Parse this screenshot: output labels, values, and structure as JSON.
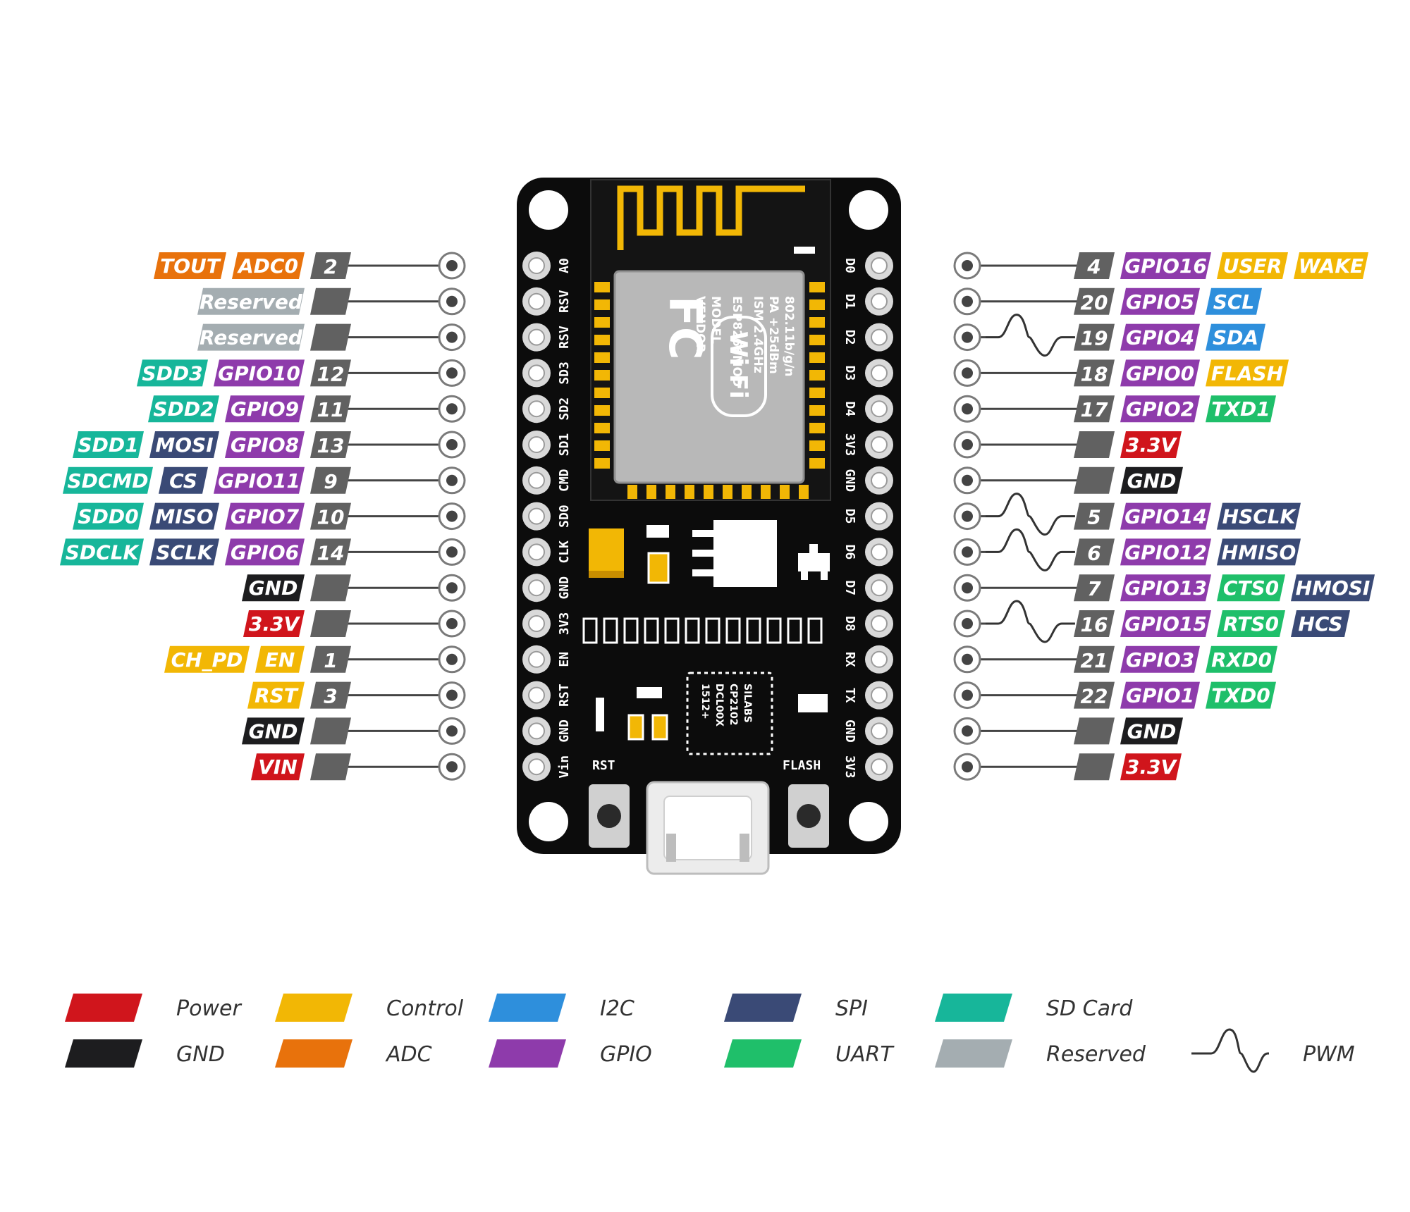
{
  "colors": {
    "power": "#d0151c",
    "gnd": "#1d1d1f",
    "control": "#f2b705",
    "adc": "#e8720c",
    "i2c": "#2e8fdc",
    "gpio": "#8e3bab",
    "spi": "#3a4a76",
    "uart": "#1fbf6a",
    "sdcard": "#17b69a",
    "reserved": "#a4adb1",
    "number": "#616161",
    "board": "#0c0c0c"
  },
  "board": {
    "left_silk": [
      "A0",
      "RSV",
      "RSV",
      "SD3",
      "SD2",
      "SD1",
      "CMD",
      "SD0",
      "CLK",
      "GND",
      "3V3",
      "EN",
      "RST",
      "GND",
      "Vin"
    ],
    "right_silk": [
      "D0",
      "D1",
      "D2",
      "D3",
      "D4",
      "3V3",
      "GND",
      "D5",
      "D6",
      "D7",
      "D8",
      "RX",
      "TX",
      "GND",
      "3V3"
    ],
    "module_text": [
      "MODEL",
      "VENDOR",
      "ESP8266MOD",
      "ISM 2.4GHz",
      "PA +25dBm",
      "802.11b/g/n"
    ],
    "fcc_text": "FC",
    "wifi_text": "Wi Fi",
    "usb_chip_text": [
      "SILABS",
      "CP2102",
      "DCL00X",
      "1512+"
    ],
    "rst_label": "RST",
    "flash_label": "FLASH"
  },
  "left_pins": [
    {
      "num": "2",
      "tags": [
        {
          "t": "TOUT",
          "c": "adc"
        },
        {
          "t": "ADC0",
          "c": "adc"
        }
      ],
      "pwm": false
    },
    {
      "num": "",
      "tags": [
        {
          "t": "Reserved",
          "c": "reserved"
        }
      ],
      "pwm": false
    },
    {
      "num": "",
      "tags": [
        {
          "t": "Reserved",
          "c": "reserved"
        }
      ],
      "pwm": false
    },
    {
      "num": "12",
      "tags": [
        {
          "t": "SDD3",
          "c": "sdcard"
        },
        {
          "t": "GPIO10",
          "c": "gpio"
        }
      ],
      "pwm": false
    },
    {
      "num": "11",
      "tags": [
        {
          "t": "SDD2",
          "c": "sdcard"
        },
        {
          "t": "GPIO9",
          "c": "gpio"
        }
      ],
      "pwm": false
    },
    {
      "num": "13",
      "tags": [
        {
          "t": "SDD1",
          "c": "sdcard"
        },
        {
          "t": "MOSI",
          "c": "spi"
        },
        {
          "t": "GPIO8",
          "c": "gpio"
        }
      ],
      "pwm": false
    },
    {
      "num": "9",
      "tags": [
        {
          "t": "SDCMD",
          "c": "sdcard"
        },
        {
          "t": "CS",
          "c": "spi"
        },
        {
          "t": "GPIO11",
          "c": "gpio"
        }
      ],
      "pwm": false
    },
    {
      "num": "10",
      "tags": [
        {
          "t": "SDD0",
          "c": "sdcard"
        },
        {
          "t": "MISO",
          "c": "spi"
        },
        {
          "t": "GPIO7",
          "c": "gpio"
        }
      ],
      "pwm": false
    },
    {
      "num": "14",
      "tags": [
        {
          "t": "SDCLK",
          "c": "sdcard"
        },
        {
          "t": "SCLK",
          "c": "spi"
        },
        {
          "t": "GPIO6",
          "c": "gpio"
        }
      ],
      "pwm": false
    },
    {
      "num": "",
      "tags": [
        {
          "t": "GND",
          "c": "gnd"
        }
      ],
      "pwm": false
    },
    {
      "num": "",
      "tags": [
        {
          "t": "3.3V",
          "c": "power"
        }
      ],
      "pwm": false
    },
    {
      "num": "1",
      "tags": [
        {
          "t": "CH_PD",
          "c": "control"
        },
        {
          "t": "EN",
          "c": "control"
        }
      ],
      "pwm": false
    },
    {
      "num": "3",
      "tags": [
        {
          "t": "RST",
          "c": "control"
        }
      ],
      "pwm": false
    },
    {
      "num": "",
      "tags": [
        {
          "t": "GND",
          "c": "gnd"
        }
      ],
      "pwm": false
    },
    {
      "num": "",
      "tags": [
        {
          "t": "VIN",
          "c": "power"
        }
      ],
      "pwm": false
    }
  ],
  "right_pins": [
    {
      "num": "4",
      "tags": [
        {
          "t": "GPIO16",
          "c": "gpio"
        },
        {
          "t": "USER",
          "c": "control"
        },
        {
          "t": "WAKE",
          "c": "control"
        }
      ],
      "pwm": false
    },
    {
      "num": "20",
      "tags": [
        {
          "t": "GPIO5",
          "c": "gpio"
        },
        {
          "t": "SCL",
          "c": "i2c"
        }
      ],
      "pwm": false
    },
    {
      "num": "19",
      "tags": [
        {
          "t": "GPIO4",
          "c": "gpio"
        },
        {
          "t": "SDA",
          "c": "i2c"
        }
      ],
      "pwm": true
    },
    {
      "num": "18",
      "tags": [
        {
          "t": "GPIO0",
          "c": "gpio"
        },
        {
          "t": "FLASH",
          "c": "control"
        }
      ],
      "pwm": false
    },
    {
      "num": "17",
      "tags": [
        {
          "t": "GPIO2",
          "c": "gpio"
        },
        {
          "t": "TXD1",
          "c": "uart"
        }
      ],
      "pwm": false
    },
    {
      "num": "",
      "tags": [
        {
          "t": "3.3V",
          "c": "power"
        }
      ],
      "pwm": false
    },
    {
      "num": "",
      "tags": [
        {
          "t": "GND",
          "c": "gnd"
        }
      ],
      "pwm": false
    },
    {
      "num": "5",
      "tags": [
        {
          "t": "GPIO14",
          "c": "gpio"
        },
        {
          "t": "HSCLK",
          "c": "spi"
        }
      ],
      "pwm": true
    },
    {
      "num": "6",
      "tags": [
        {
          "t": "GPIO12",
          "c": "gpio"
        },
        {
          "t": "HMISO",
          "c": "spi"
        }
      ],
      "pwm": true
    },
    {
      "num": "7",
      "tags": [
        {
          "t": "GPIO13",
          "c": "gpio"
        },
        {
          "t": "CTS0",
          "c": "uart"
        },
        {
          "t": "HMOSI",
          "c": "spi"
        }
      ],
      "pwm": false
    },
    {
      "num": "16",
      "tags": [
        {
          "t": "GPIO15",
          "c": "gpio"
        },
        {
          "t": "RTS0",
          "c": "uart"
        },
        {
          "t": "HCS",
          "c": "spi"
        }
      ],
      "pwm": true
    },
    {
      "num": "21",
      "tags": [
        {
          "t": "GPIO3",
          "c": "gpio"
        },
        {
          "t": "RXD0",
          "c": "uart"
        }
      ],
      "pwm": false
    },
    {
      "num": "22",
      "tags": [
        {
          "t": "GPIO1",
          "c": "gpio"
        },
        {
          "t": "TXD0",
          "c": "uart"
        }
      ],
      "pwm": false
    },
    {
      "num": "",
      "tags": [
        {
          "t": "GND",
          "c": "gnd"
        }
      ],
      "pwm": false
    },
    {
      "num": "",
      "tags": [
        {
          "t": "3.3V",
          "c": "power"
        }
      ],
      "pwm": false
    }
  ],
  "legend": [
    {
      "label": "Power",
      "c": "power"
    },
    {
      "label": "Control",
      "c": "control"
    },
    {
      "label": "I2C",
      "c": "i2c"
    },
    {
      "label": "SPI",
      "c": "spi"
    },
    {
      "label": "SD Card",
      "c": "sdcard"
    },
    {
      "label": "GND",
      "c": "gnd"
    },
    {
      "label": "ADC",
      "c": "adc"
    },
    {
      "label": "GPIO",
      "c": "gpio"
    },
    {
      "label": "UART",
      "c": "uart"
    },
    {
      "label": "Reserved",
      "c": "reserved"
    },
    {
      "label": "PWM",
      "c": "pwm"
    }
  ]
}
